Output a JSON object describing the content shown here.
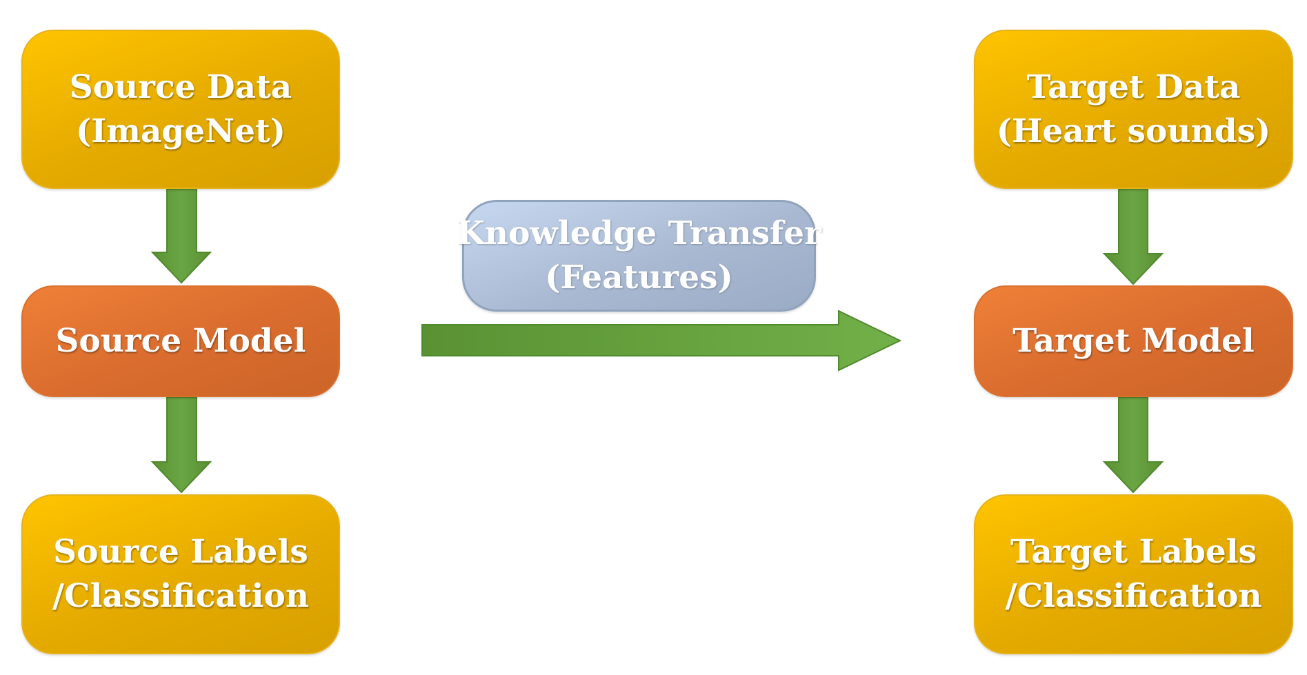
{
  "diagram": {
    "source_data": {
      "line1": "Source Data",
      "line2": "(ImageNet)"
    },
    "source_model": {
      "line1": "Source Model"
    },
    "source_labels": {
      "line1": "Source Labels",
      "line2": "/Classification"
    },
    "target_data": {
      "line1": "Target Data",
      "line2": "(Heart sounds)"
    },
    "target_model": {
      "line1": "Target Model"
    },
    "target_labels": {
      "line1": "Target Labels",
      "line2": "/Classification"
    },
    "transfer": {
      "line1": "Knowledge Transfer",
      "line2": "(Features)"
    },
    "edges": [
      {
        "from": "source_data",
        "to": "source_model"
      },
      {
        "from": "source_model",
        "to": "source_labels"
      },
      {
        "from": "target_data",
        "to": "target_model"
      },
      {
        "from": "target_model",
        "to": "target_labels"
      },
      {
        "from": "source_model",
        "to": "target_model"
      }
    ]
  },
  "colors": {
    "data_box": "#f2b700",
    "model_box": "#e0722f",
    "transfer_box": "#b2c3dc",
    "arrow": "#629b3c",
    "text": "#ffffff"
  }
}
